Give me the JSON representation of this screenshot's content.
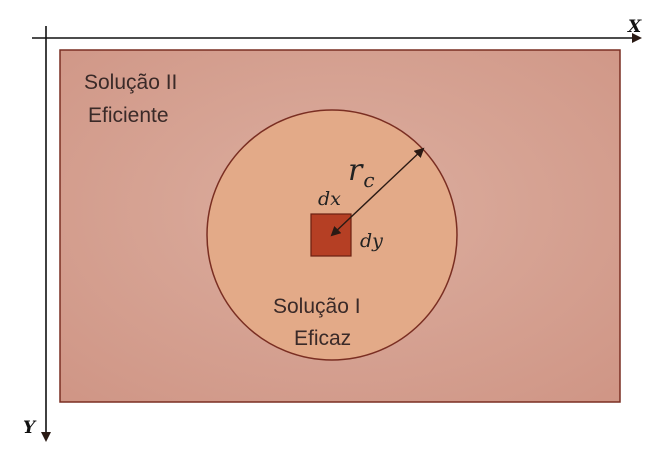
{
  "axes": {
    "x_label": "X",
    "y_label": "Y"
  },
  "outer_region": {
    "line1": "Solução II",
    "line2": "Eficiente",
    "fill_color": "#d39c8c",
    "border_color": "#7a2e22"
  },
  "inner_region": {
    "line1": "Solução I",
    "line2": "Eficaz",
    "fill_color": "#e3aa88",
    "border_color": "#7a2e22"
  },
  "element": {
    "dx_label": "dx",
    "dy_label": "dy",
    "fill_color": "#b53f24"
  },
  "radius": {
    "symbol": "r",
    "subscript": "c"
  }
}
